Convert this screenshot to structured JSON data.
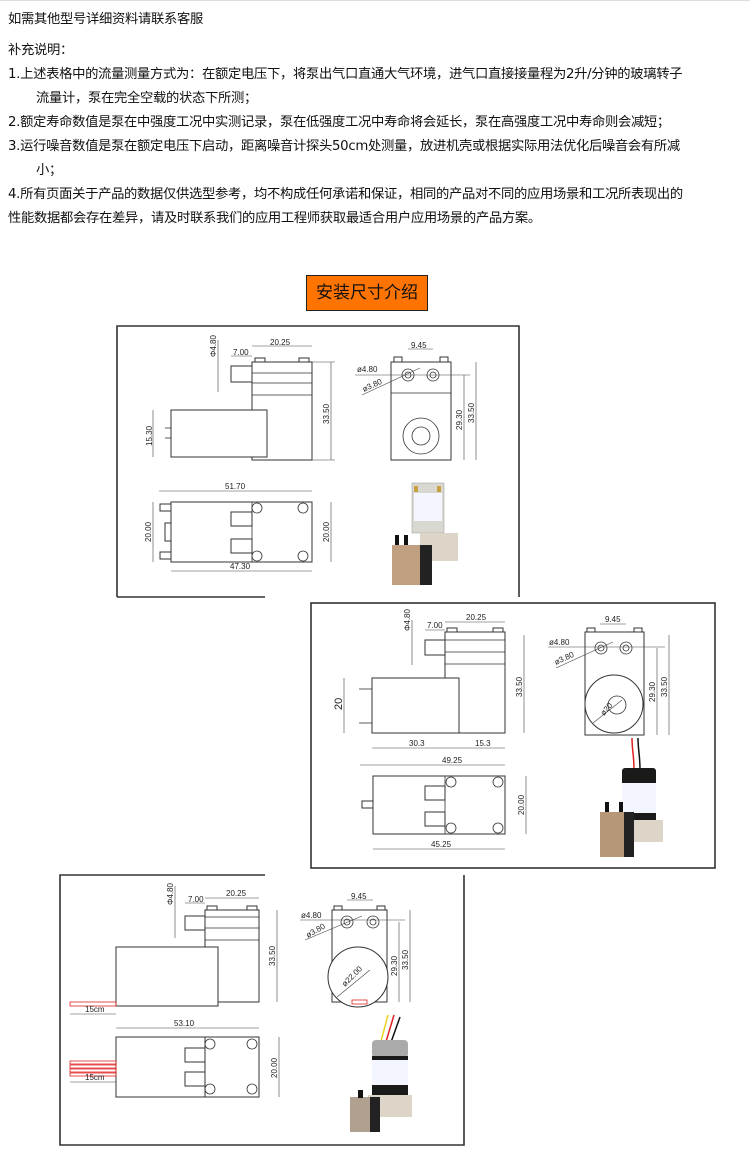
{
  "contact_note": "如需其他型号详细资料请联系客服",
  "notes": {
    "heading": "补充说明：",
    "items": [
      {
        "line1": "1.上述表格中的流量测量方式为：在额定电压下，将泵出气口直通大气环境，进气口直接接量程为2升/分钟的玻璃转子",
        "line2": "流量计，泵在完全空载的状态下所测；"
      },
      {
        "line1": "2.额定寿命数值是泵在中强度工况中实测记录，泵在低强度工况中寿命将会延长，泵在高强度工况中寿命则会减短；"
      },
      {
        "line1": "3.运行噪音数值是泵在额定电压下启动，距离噪音计探头50cm处测量，放进机壳或根据实际用法优化后噪音会有所减",
        "line2": "小；"
      },
      {
        "line1": "4.所有页面关于产品的数据仅供选型参考，均不构成任何承诺和保证，相同的产品对不同的应用场景和工况所表现出的",
        "line2": "性能数据都会存在差异，请及时联系我们的应用工程师获取最适合用户应用场景的产品方案。"
      }
    ]
  },
  "section_title": "安装尺寸介绍",
  "colors": {
    "title_bg": "#ff7300",
    "wire_red": "#e02020"
  },
  "drawings": [
    {
      "side": {
        "d_port": "Φ4.80",
        "port_len": "7.00",
        "head_w": "20.25",
        "height": "33.50",
        "motor_h": "15.30"
      },
      "front": {
        "pitch": "9.45",
        "d_outer": "ø4.80",
        "d_inner": "ø3.80",
        "port_h": "29.30",
        "height": "33.50"
      },
      "top": {
        "overall": "51.70",
        "body": "47.30",
        "width_left": "20.00",
        "width_right": "20.00"
      }
    },
    {
      "side": {
        "d_port": "Φ4.80",
        "port_len": "7.00",
        "head_w": "20.25",
        "height": "33.50",
        "motor_h": "20",
        "motor_len": "30.3",
        "head_len": "15.3"
      },
      "front": {
        "pitch": "9.45",
        "d_outer": "ø4.80",
        "d_inner": "ø3.80",
        "d_motor": "ø20",
        "port_h": "29.30",
        "height": "33.50"
      },
      "top": {
        "overall": "49.25",
        "body": "45.25",
        "width": "20.00"
      }
    },
    {
      "side": {
        "d_port": "Φ4.80",
        "port_len": "7.00",
        "head_w": "20.25",
        "height": "33.50",
        "wire_len": "15cm"
      },
      "front": {
        "pitch": "9.45",
        "d_outer": "ø4.80",
        "d_inner": "ø3.80",
        "d_motor": "ø22.00",
        "port_h": "29.30",
        "height": "33.50"
      },
      "top": {
        "overall": "53.10",
        "width": "20.00",
        "wire_len": "15cm"
      }
    }
  ]
}
